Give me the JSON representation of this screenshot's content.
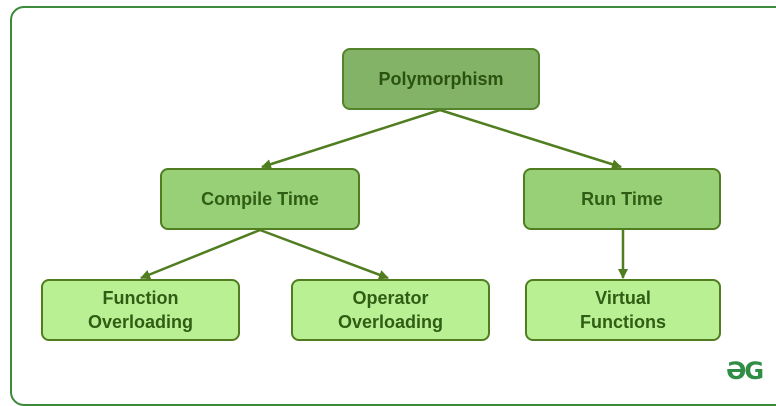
{
  "diagram": {
    "root": {
      "label": "Polymorphism"
    },
    "branches": [
      {
        "label": "Compile Time"
      },
      {
        "label": "Run Time"
      }
    ],
    "leaves": [
      {
        "label": "Function\nOverloading"
      },
      {
        "label": "Operator\nOverloading"
      },
      {
        "label": "Virtual\nFunctions"
      }
    ],
    "edges": [
      {
        "from": "Polymorphism",
        "to": "Compile Time"
      },
      {
        "from": "Polymorphism",
        "to": "Run Time"
      },
      {
        "from": "Compile Time",
        "to": "Function Overloading"
      },
      {
        "from": "Compile Time",
        "to": "Operator Overloading"
      },
      {
        "from": "Run Time",
        "to": "Virtual Functions"
      }
    ]
  },
  "logo": {
    "text": "ƏG",
    "color": "#2f8d46"
  },
  "colors": {
    "border": "#3c8a3c",
    "root_fill": "#82b366",
    "mid_fill": "#97d077",
    "leaf_fill": "#b9f093",
    "edge": "#4f7d1f",
    "text": "#2f5d14"
  }
}
